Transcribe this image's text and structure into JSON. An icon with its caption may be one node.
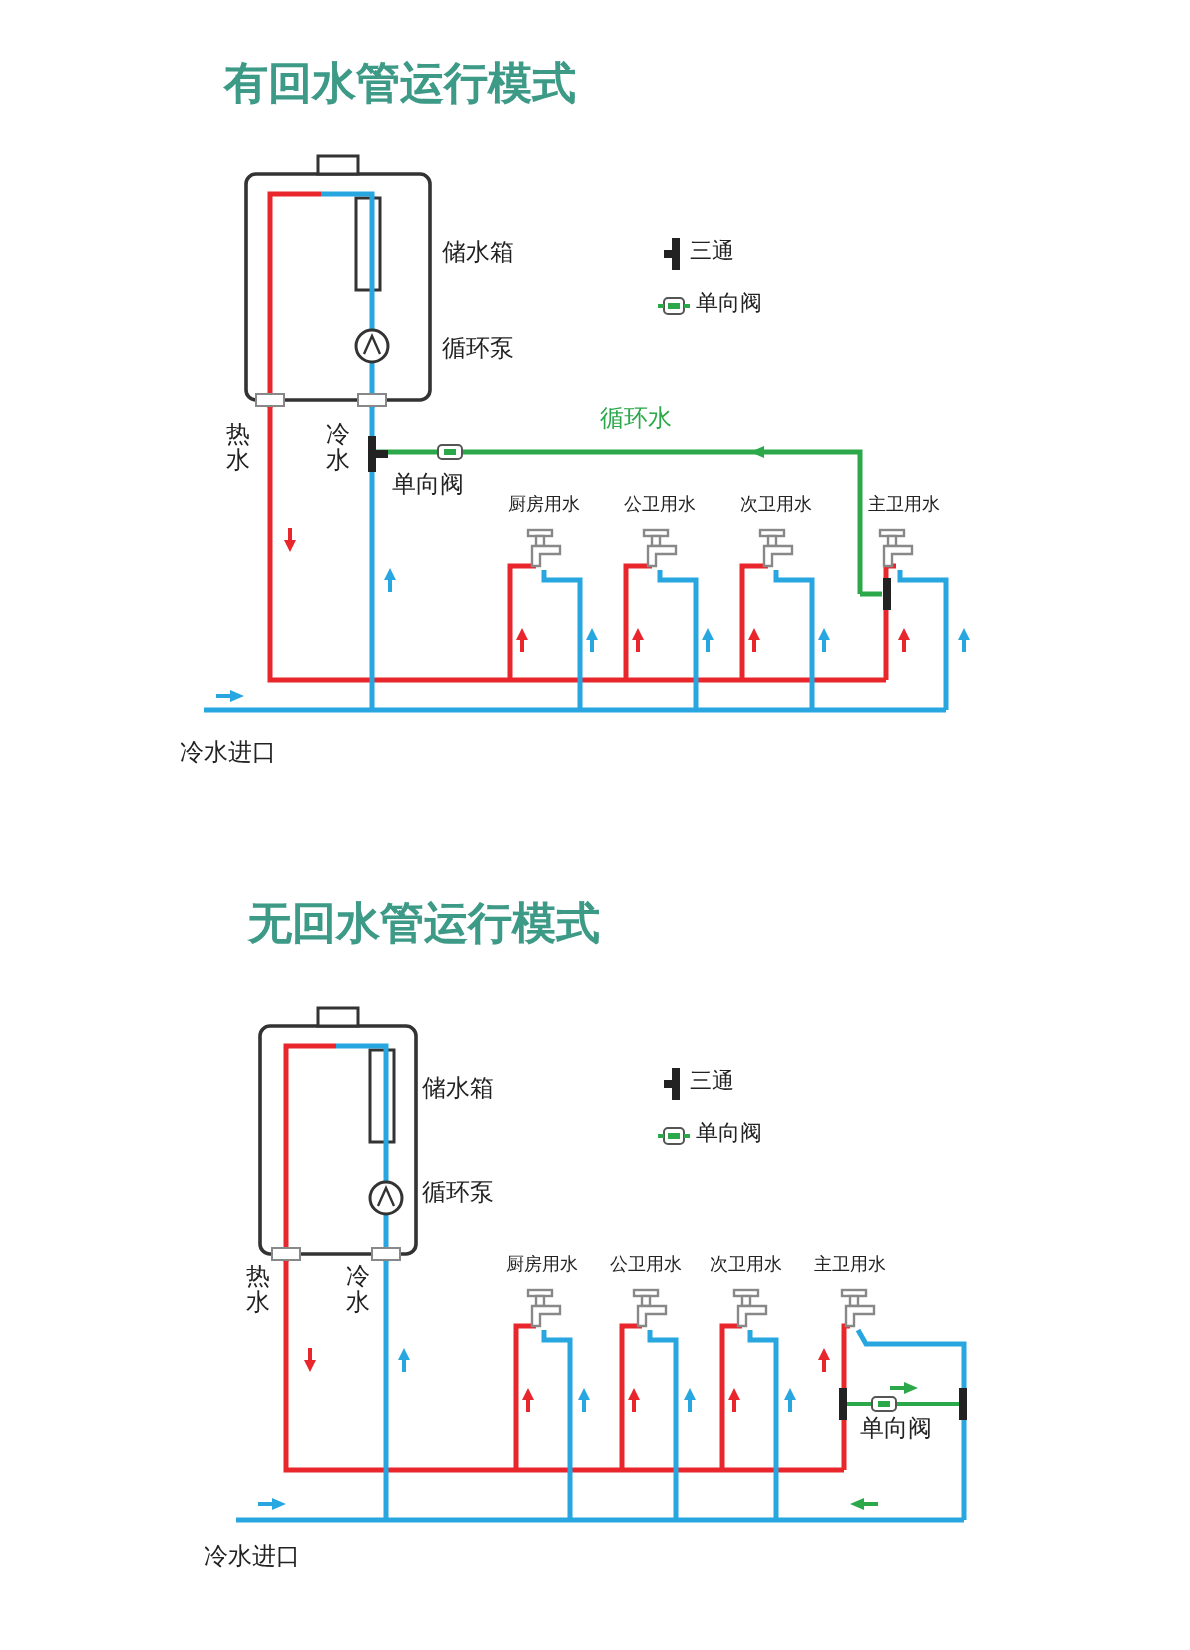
{
  "diagram": {
    "labels": [
      "有回水管运行模式",
      "储水箱",
      "循环泵",
      "循环水",
      "热水",
      "冷水",
      "单向阀",
      "厨房用水",
      "公卫用水",
      "次卫用水",
      "主卫用水",
      "冷水进口",
      "无回水管运行模式",
      "储水箱",
      "循环泵",
      "热水",
      "冷水",
      "厨房用水",
      "公卫用水",
      "次卫用水",
      "主卫用水",
      "单向阀",
      "冷水进口"
    ],
    "legend": [
      {
        "text": "三通"
      },
      {
        "text": "单向阀"
      },
      {
        "text": "三通"
      },
      {
        "text": "单向阀"
      }
    ]
  }
}
